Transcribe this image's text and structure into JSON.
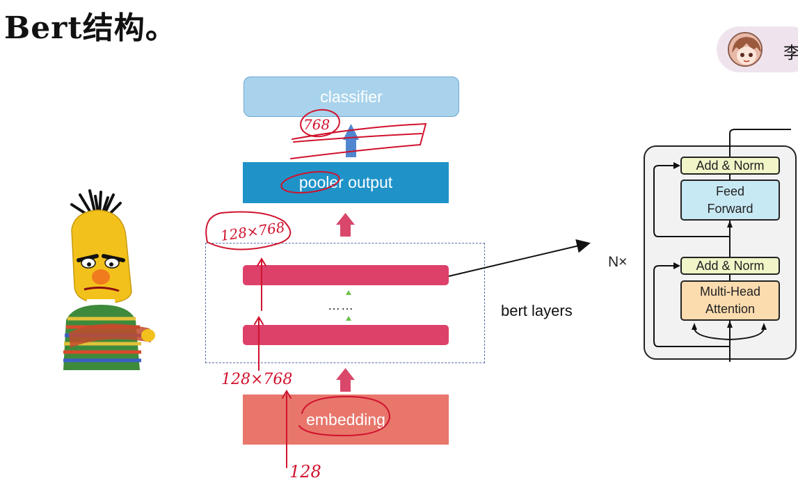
{
  "page": {
    "title": "Bert结构。"
  },
  "presenter": {
    "name": "李"
  },
  "diagram": {
    "classifier": "classifier",
    "pooler_output": "pooler output",
    "embedding": "embedding",
    "layers_label": "bert layers",
    "ellipsis": "……",
    "nx_label": "N×"
  },
  "transformer": {
    "add_norm_top": "Add & Norm",
    "feed_forward_line1": "Feed",
    "feed_forward_line2": "Forward",
    "add_norm_bottom": "Add & Norm",
    "multi_head_line1": "Multi-Head",
    "multi_head_line2": "Attention"
  },
  "annotations": {
    "input_dim": "128",
    "emb_dim": "128×768",
    "layer_dim": "128×768",
    "pool_dim": "768"
  },
  "colors": {
    "classifier": "#a9d3ec",
    "pooler": "#1f93c8",
    "layer": "#dd416a",
    "embedding": "#e8766b",
    "ink": "#d0122d",
    "add_norm": "#f1f5c7",
    "feed_forward": "#c7e9f4",
    "attention": "#fbdcaf"
  }
}
